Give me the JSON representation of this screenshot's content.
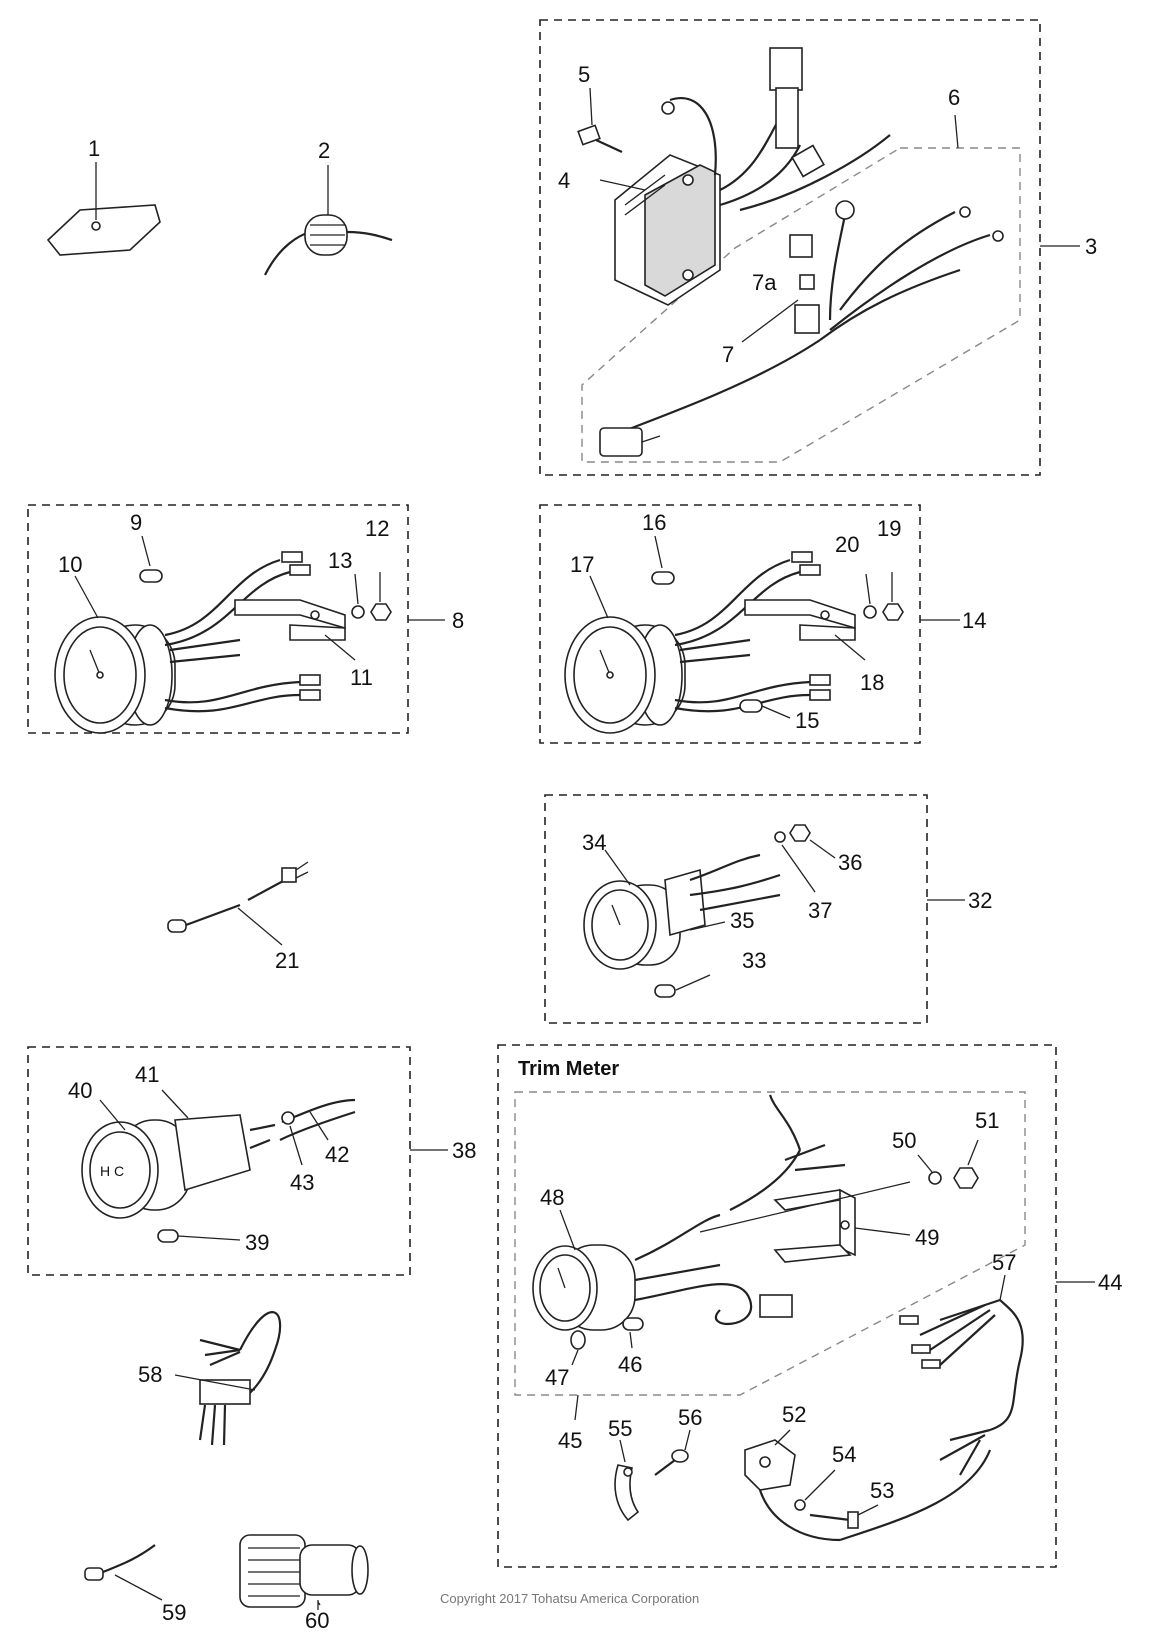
{
  "diagram": {
    "copyright": "Copyright 2017 Tohatsu America Corporation",
    "trim_meter_title": "Trim Meter",
    "callouts": {
      "c1": "1",
      "c2": "2",
      "c3": "3",
      "c4": "4",
      "c5": "5",
      "c6": "6",
      "c7": "7",
      "c7a": "7a",
      "c8": "8",
      "c9": "9",
      "c10": "10",
      "c11": "11",
      "c12": "12",
      "c13": "13",
      "c14": "14",
      "c15": "15",
      "c16": "16",
      "c17": "17",
      "c18": "18",
      "c19": "19",
      "c20": "20",
      "c21": "21",
      "c32": "32",
      "c33": "33",
      "c34": "34",
      "c35": "35",
      "c36": "36",
      "c37": "37",
      "c38": "38",
      "c39": "39",
      "c40": "40",
      "c41": "41",
      "c42": "42",
      "c43": "43",
      "c44": "44",
      "c45": "45",
      "c46": "46",
      "c47": "47",
      "c48": "48",
      "c49": "49",
      "c50": "50",
      "c51": "51",
      "c52": "52",
      "c53": "53",
      "c54": "54",
      "c55": "55",
      "c56": "56",
      "c57": "57",
      "c58": "58",
      "c59": "59",
      "c60": "60"
    },
    "gauge_face_text": "H C"
  }
}
